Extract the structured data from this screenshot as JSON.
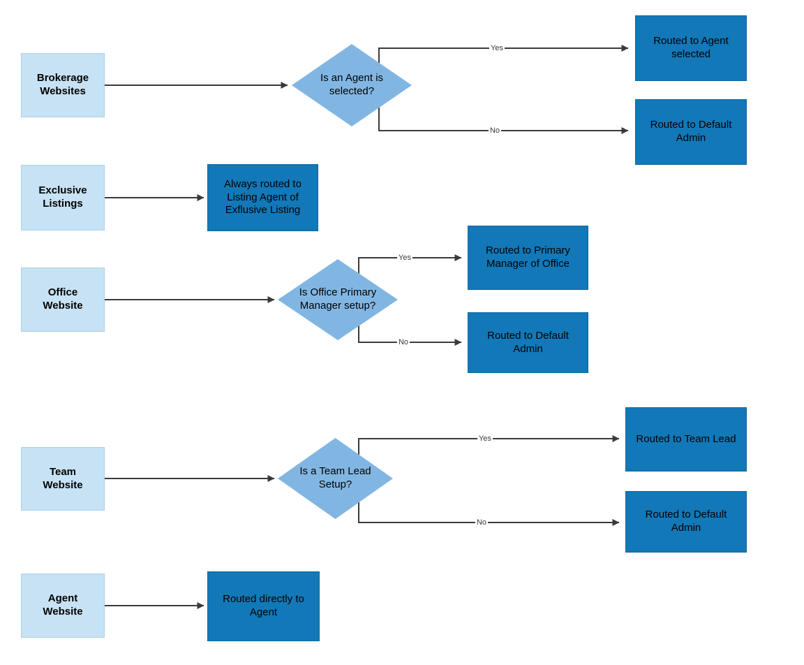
{
  "diagram": {
    "type": "flowchart",
    "description": "Lead routing rules by website type"
  },
  "colors": {
    "source_fill": "#c6e2f4",
    "decision_fill": "#82b6e2",
    "result_fill": "#1278b8",
    "connector": "#3a3a3a",
    "text": "#000000"
  },
  "nodes": {
    "brokerage_source": {
      "label": "Brokerage Websites"
    },
    "brokerage_decision": {
      "label": "Is an Agent is selected?"
    },
    "brokerage_yes_result": {
      "label": "Routed to Agent selected"
    },
    "brokerage_no_result": {
      "label": "Routed to Default Admin"
    },
    "exclusive_source": {
      "label": "Exclusive Listings"
    },
    "exclusive_result": {
      "label": "Always routed to Listing Agent of Exflusive Listing"
    },
    "office_source": {
      "label": "Office Website"
    },
    "office_decision": {
      "label": "Is Office Primary Manager setup?"
    },
    "office_yes_result": {
      "label": "Routed to Primary Manager of Office"
    },
    "office_no_result": {
      "label": "Routed to Default Admin"
    },
    "team_source": {
      "label": "Team Website"
    },
    "team_decision": {
      "label": "Is a Team Lead Setup?"
    },
    "team_yes_result": {
      "label": "Routed to Team Lead"
    },
    "team_no_result": {
      "label": "Routed to Default Admin"
    },
    "agent_source": {
      "label": "Agent Website"
    },
    "agent_result": {
      "label": "Routed directly to Agent"
    }
  },
  "edge_labels": {
    "brokerage_yes": "Yes",
    "brokerage_no": "No",
    "office_yes": "Yes",
    "office_no": "No",
    "team_yes": "Yes",
    "team_no": "No"
  }
}
